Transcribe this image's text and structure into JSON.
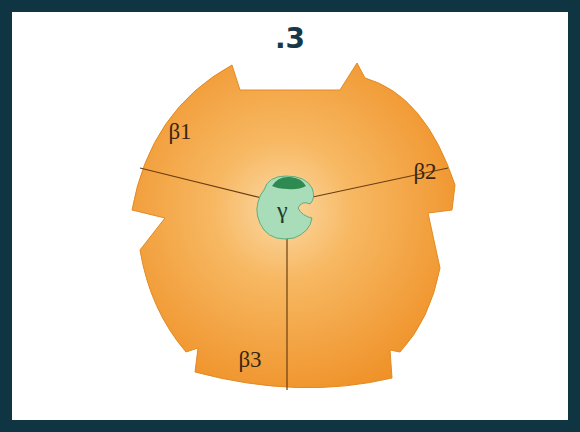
{
  "diagram": {
    "title": ".3",
    "nodes": [
      {
        "text": [
          "γ"
        ]
      }
    ],
    "labels": [
      "β1",
      "β2",
      "β3"
    ]
  }
}
